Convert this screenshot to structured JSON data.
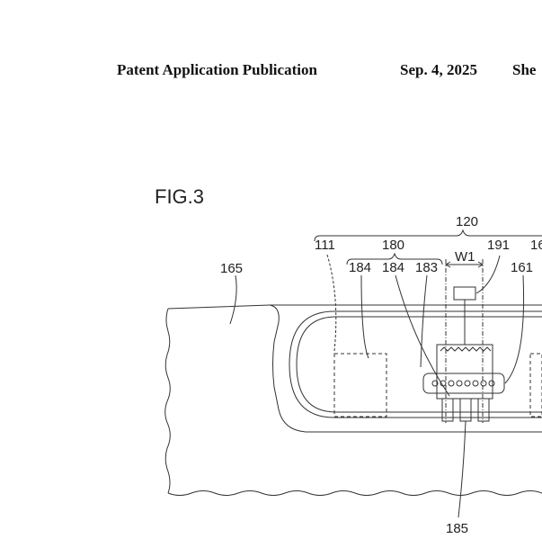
{
  "header": {
    "publication_type": "Patent Application Publication",
    "date": "Sep. 4, 2025",
    "sheet_fragment": "She"
  },
  "figure": {
    "label": "FIG.3",
    "ref_numerals": {
      "r120": "120",
      "r111": "111",
      "r180": "180",
      "r191": "191",
      "r16x": "16",
      "r165": "165",
      "r184a": "184",
      "r184b": "184",
      "r183": "183",
      "w1": "W1",
      "r161": "161",
      "r185": "185"
    }
  }
}
